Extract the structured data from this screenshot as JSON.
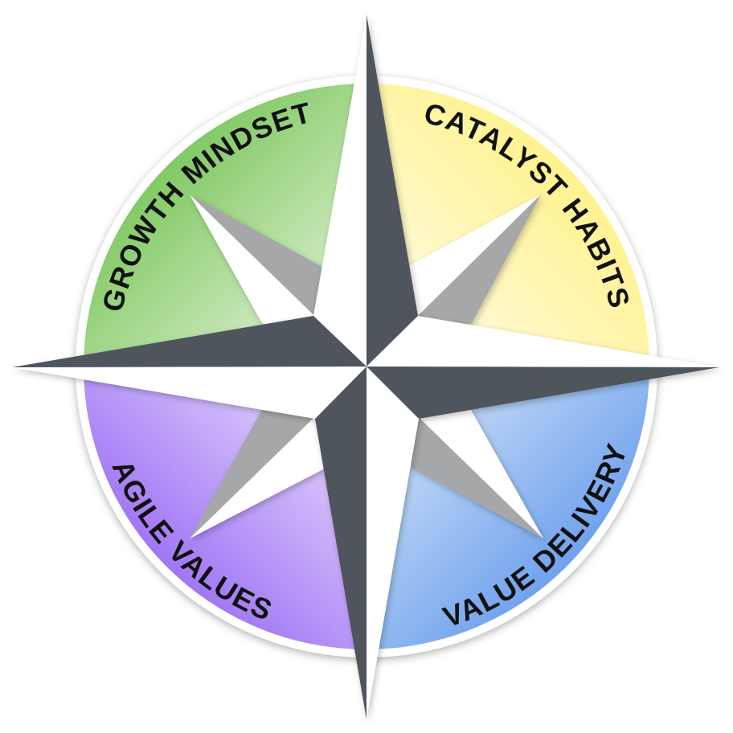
{
  "quadrants": [
    {
      "id": "growth",
      "label": "GROWTH MINDSET",
      "color_outer": "#6cc04a",
      "color_inner": "#e2f2d8"
    },
    {
      "id": "catalyst",
      "label": "CATALYST HABITS",
      "color_outer": "#fff07a",
      "color_inner": "#fffbe6"
    },
    {
      "id": "agile",
      "label": "AGILE VALUES",
      "color_outer": "#9160f2",
      "color_inner": "#e6dafd"
    },
    {
      "id": "value",
      "label": "VALUE DELIVERY",
      "color_outer": "#5a94ea",
      "color_inner": "#d2e3f8"
    }
  ],
  "star": {
    "dark": "#50555c",
    "light": "#ffffff",
    "mid": "#a6a7a8"
  }
}
